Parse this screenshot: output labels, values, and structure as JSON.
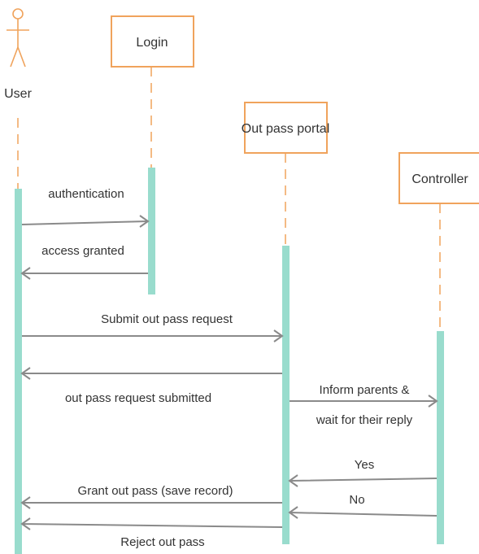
{
  "actor": {
    "label": "User",
    "icon": "stick-figure-icon"
  },
  "participants": [
    {
      "id": "login",
      "label": "Login"
    },
    {
      "id": "portal",
      "label": "Out pass portal"
    },
    {
      "id": "controller",
      "label": "Controller"
    }
  ],
  "messages": [
    {
      "from": "user",
      "to": "login",
      "label": [
        "authentication"
      ]
    },
    {
      "from": "login",
      "to": "user",
      "label": [
        "access granted"
      ]
    },
    {
      "from": "user",
      "to": "portal",
      "label": [
        "Submit out pass request"
      ]
    },
    {
      "from": "portal",
      "to": "user",
      "label": [
        "out pass request submitted"
      ]
    },
    {
      "from": "portal",
      "to": "controller",
      "label": [
        "Inform parents &",
        "wait for their reply"
      ]
    },
    {
      "from": "controller",
      "to": "portal",
      "label": [
        "Yes"
      ]
    },
    {
      "from": "controller",
      "to": "portal",
      "label": [
        "No"
      ]
    },
    {
      "from": "portal",
      "to": "user",
      "label": [
        "Grant out pass (save record)"
      ]
    },
    {
      "from": "portal",
      "to": "user",
      "label": [
        "Reject out pass"
      ]
    }
  ],
  "colors": {
    "box_border": "#f0a35c",
    "lifeline": "#f0a35c",
    "activation": "#99dccd",
    "arrow": "#8a8a8a"
  }
}
